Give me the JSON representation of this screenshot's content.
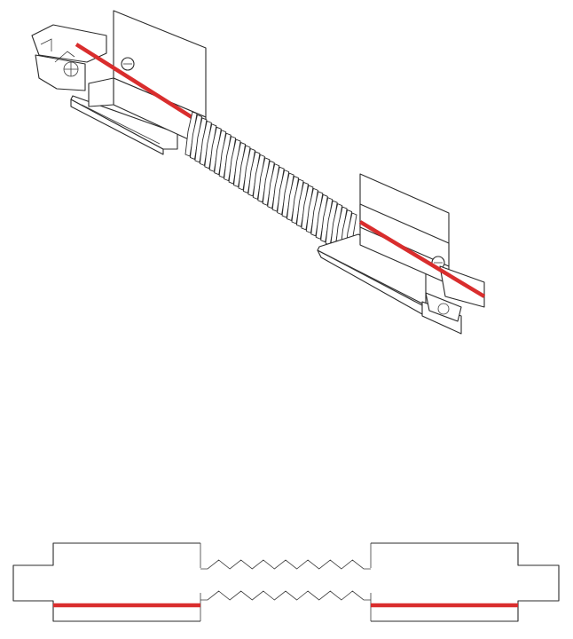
{
  "figure": {
    "subject": "flexible-track-connector",
    "views": [
      "isometric-view",
      "top-view"
    ]
  },
  "colors": {
    "line": "#2b2b2b",
    "accent_stripe": "#d92d2d",
    "background": "#ffffff"
  }
}
